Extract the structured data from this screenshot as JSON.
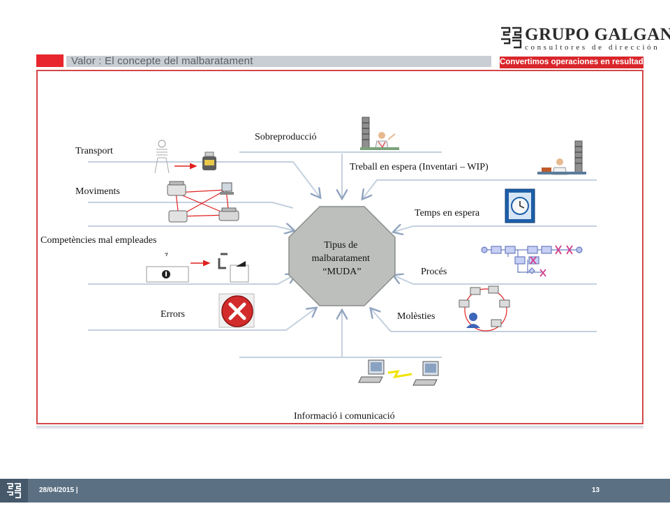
{
  "header": {
    "title": "Valor : El concepte del malbaratament",
    "brand_name": "GRUPO GALGANO",
    "brand_sub": "consultores de dirección",
    "slogan": "Convertimos operaciones en resultados",
    "colors": {
      "accent_red": "#e8262d",
      "title_grey": "#c9ced4",
      "footer_blue": "#5b7083"
    }
  },
  "diagram": {
    "center_lines": [
      "Tipus de",
      "malbaratament",
      "“MUDA”"
    ],
    "wastes": {
      "transport": "Transport",
      "moviments": "Moviments",
      "competencies": "Competències mal empleades",
      "errors": "Errors",
      "sobreproduccio": "Sobreproducció",
      "treball": "Treball en espera (Inventari – WIP)",
      "temps": "Temps en espera",
      "proces": "Procés",
      "molesties": "Molèsties",
      "informacio": "Informació i comunicació"
    },
    "icons": {
      "transport": "person-and-printer-icon",
      "moviments": "office-network-icon",
      "competencies": "skills-icon",
      "errors": "error-x-icon",
      "sobreproduccio": "paper-stack-worker-icon",
      "treball": "waiting-worker-icon",
      "temps": "clock-document-icon",
      "proces": "process-flow-icon",
      "molesties": "user-network-icon",
      "informacio": "computer-link-icon"
    }
  },
  "footer": {
    "date": "28/04/2015 |",
    "page": "13",
    "logo": "galgano-small-logo"
  }
}
